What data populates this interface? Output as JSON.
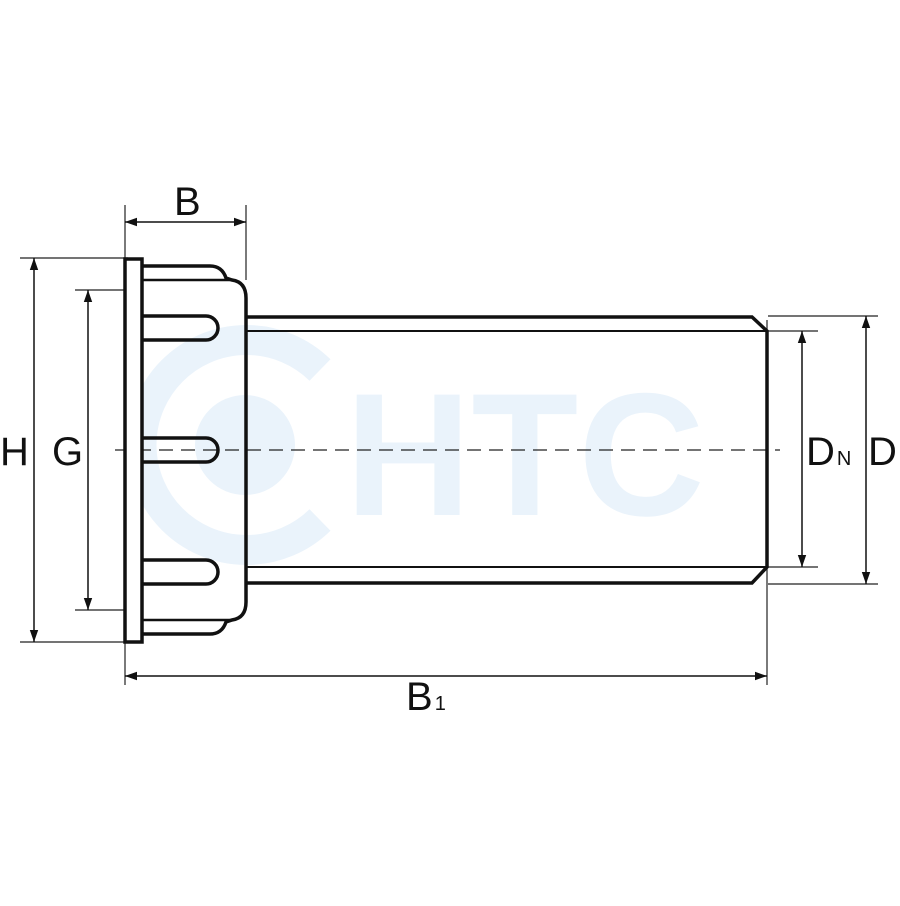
{
  "watermark": {
    "text": "HTC",
    "color": "#eaf3fb"
  },
  "dimensions": {
    "B": {
      "main": "B"
    },
    "B1": {
      "main": "B",
      "sub": "1"
    },
    "H": {
      "main": "H"
    },
    "G": {
      "main": "G"
    },
    "DN": {
      "main": "D",
      "sub": "N"
    },
    "D": {
      "main": "D"
    }
  },
  "colors": {
    "line": "#111111",
    "thin": "#222222",
    "background": "#ffffff"
  }
}
